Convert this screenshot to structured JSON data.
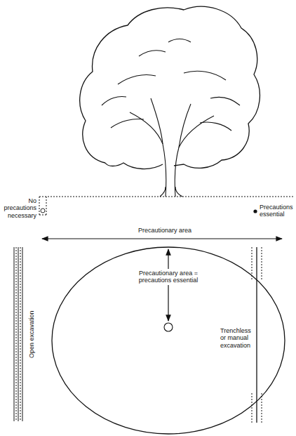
{
  "diagram": {
    "labels": [
      "No precautions necessary",
      "Precautions essential",
      "Precautionary area",
      "Precautionary area = precautions essential",
      "Open excavation",
      "Trenchless or manual excavation"
    ]
  }
}
